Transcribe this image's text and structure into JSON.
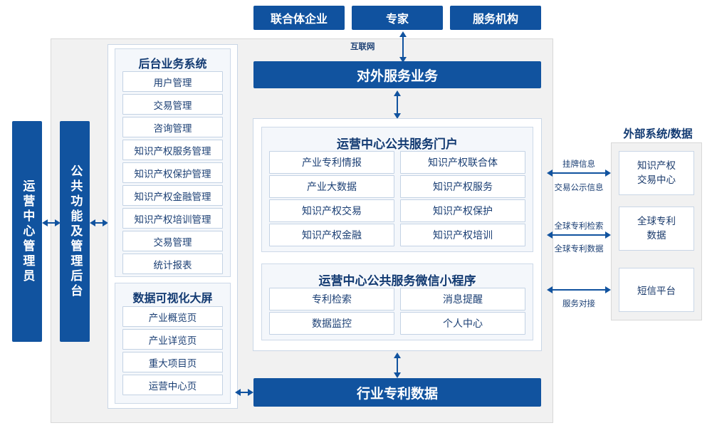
{
  "top_entities": [
    {
      "label": "联合体企业"
    },
    {
      "label": "专家"
    },
    {
      "label": "服务机构"
    }
  ],
  "internet_label": "互联网",
  "external_service_bar": "对外服务业务",
  "left_vertical_bars": [
    {
      "label": "运营中心管理员"
    },
    {
      "label": "公共功能及管理后台"
    }
  ],
  "backoffice": {
    "title": "后台业务系统",
    "items": [
      "用户管理",
      "交易管理",
      "咨询管理",
      "知识产权服务管理",
      "知识产权保护管理",
      "知识产权金融管理",
      "知识产权培训管理",
      "交易管理",
      "统计报表"
    ]
  },
  "dataviz": {
    "title": "数据可视化大屏",
    "items": [
      "产业概览页",
      "产业详览页",
      "重大项目页",
      "运营中心页"
    ]
  },
  "portal": {
    "title": "运营中心公共服务门户",
    "items": [
      "产业专利情报",
      "知识产权联合体",
      "产业大数据",
      "知识产权服务",
      "知识产权交易",
      "知识产权保护",
      "知识产权金融",
      "知识产权培训"
    ]
  },
  "miniprogram": {
    "title": "运营中心公共服务微信小程序",
    "items": [
      "专利检索",
      "消息提醒",
      "数据监控",
      "个人中心"
    ]
  },
  "industry_data_bar": "行业专利数据",
  "external": {
    "title": "外部系统/数据",
    "items": [
      {
        "label": "知识产权\n交易中心",
        "line1": "知识产权",
        "line2": "交易中心"
      },
      {
        "label": "全球专利\n数据",
        "line1": "全球专利",
        "line2": "数据"
      },
      {
        "label": "短信平台",
        "line1": "短信平台",
        "line2": ""
      }
    ],
    "connector_labels": [
      [
        "挂牌信息",
        "交易公示信息"
      ],
      [
        "全球专利检索",
        "全球专利数据"
      ],
      [
        "服务对接",
        ""
      ]
    ]
  },
  "colors": {
    "brand_blue": "#11539f",
    "panel_border": "#c9d6e6",
    "grey_bg": "#f1f1f1"
  }
}
